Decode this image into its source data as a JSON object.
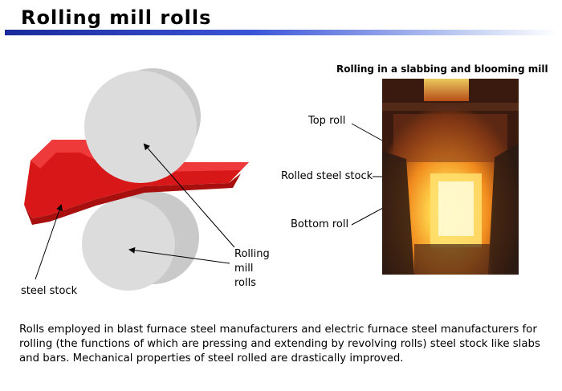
{
  "header": {
    "title": "Rolling mill rolls"
  },
  "diagram": {
    "label_steel_stock": "steel stock",
    "label_rolls_line1": "Rolling",
    "label_rolls_line2": "mill",
    "label_rolls_line3": "rolls"
  },
  "photo": {
    "title": "Rolling in a slabbing and blooming mill",
    "label_top_roll": "Top roll",
    "label_rolled_stock": "Rolled steel stock",
    "label_bottom_roll": "Bottom roll"
  },
  "description": "Rolls employed in blast furnace steel manufacturers and electric furnace steel manufacturers for rolling (the functions of which are pressing and extending by revolving rolls) steel stock like slabs and bars. Mechanical properties of steel rolled are drastically improved.",
  "colors": {
    "steel": "#dd1b1b",
    "roll": "#d9d9d9",
    "accent": "#2a3fc4"
  }
}
